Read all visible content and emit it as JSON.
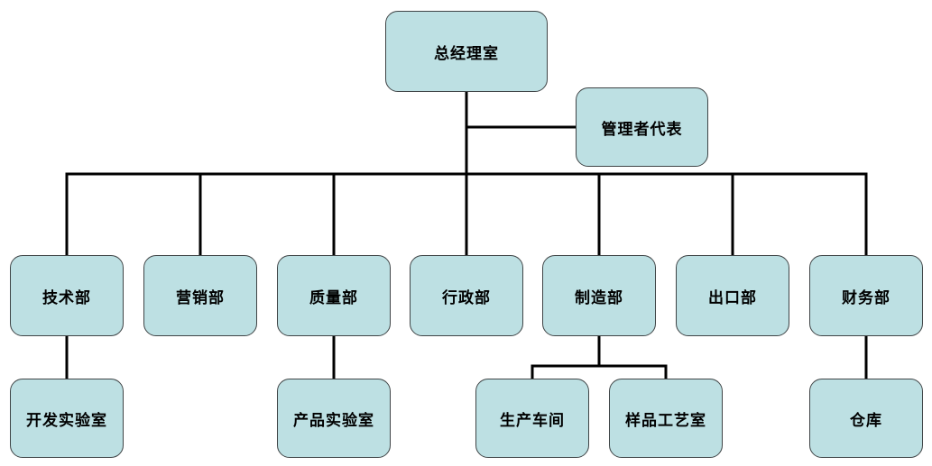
{
  "org": {
    "root": "总经理室",
    "rep": "管理者代表",
    "departments": [
      "技术部",
      "营销部",
      "质量部",
      "行政部",
      "制造部",
      "出口部",
      "财务部"
    ],
    "subunits": {
      "tech_lab": "开发实验室",
      "product_lab": "产品实验室",
      "workshop": "生产车间",
      "sample_room": "样品工艺室",
      "warehouse": "仓库"
    }
  },
  "colors": {
    "box_fill": "#bde0e3",
    "box_border": "#3f4446",
    "line": "#000000"
  }
}
